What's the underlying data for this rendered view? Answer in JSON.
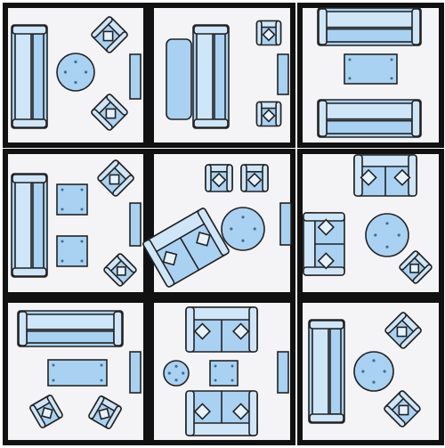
{
  "colors": {
    "background": "#ffffff",
    "frame": "#111111",
    "room_floor": "#f4f4f6",
    "furniture_fill": "#a9d1f2",
    "furniture_light": "#cfe6f8",
    "outline": "#222222",
    "cushion_fill": "#e7f3fc",
    "dot": "#3a6f98"
  },
  "layouts": [
    {
      "id": 1,
      "pieces": [
        "sofa",
        "round-table",
        "armchair",
        "armchair",
        "tv-stand"
      ]
    },
    {
      "id": 2,
      "pieces": [
        "ottoman",
        "sofa",
        "armchair",
        "armchair",
        "tv-stand"
      ]
    },
    {
      "id": 3,
      "pieces": [
        "sofa",
        "coffee-table",
        "sofa"
      ]
    },
    {
      "id": 4,
      "pieces": [
        "sofa",
        "side-table",
        "side-table",
        "armchair",
        "armchair",
        "tv-stand"
      ]
    },
    {
      "id": 5,
      "pieces": [
        "armchair",
        "armchair",
        "loveseat",
        "round-table",
        "tv-stand"
      ]
    },
    {
      "id": 6,
      "pieces": [
        "loveseat",
        "loveseat",
        "round-table",
        "armchair"
      ]
    },
    {
      "id": 7,
      "pieces": [
        "sofa",
        "coffee-table",
        "armchair",
        "armchair",
        "tv-stand"
      ]
    },
    {
      "id": 8,
      "pieces": [
        "loveseat",
        "side-table",
        "round-table",
        "loveseat",
        "tv-stand"
      ]
    },
    {
      "id": 9,
      "pieces": [
        "sofa",
        "round-table",
        "armchair",
        "armchair"
      ]
    }
  ]
}
